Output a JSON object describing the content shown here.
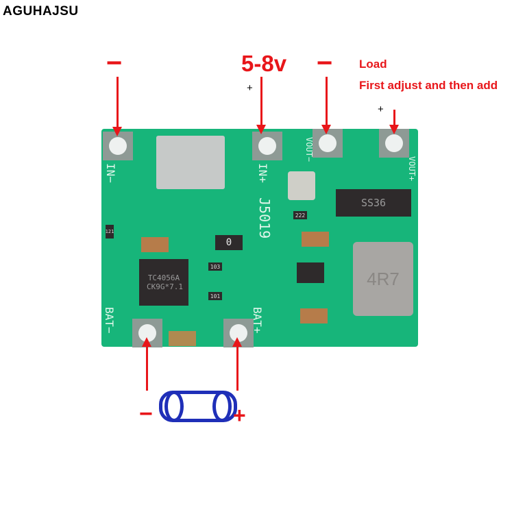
{
  "brand": "AGUHAJSU",
  "annotations": {
    "in_minus": "−",
    "voltage": "5-8v",
    "in_plus": "+",
    "out_minus": "−",
    "load": "Load",
    "instruction": "First adjust and then add",
    "out_plus": "+",
    "bat_minus": "−",
    "bat_plus": "+"
  },
  "board": {
    "in_minus": "IN−",
    "in_plus": "IN+",
    "model": "J5019",
    "vout_minus": "VOUT−",
    "vout_plus": "VOUT+",
    "bat_minus": "BAT−",
    "bat_plus": "BAT+",
    "diode": "SS36",
    "ic": "TC4056A CK9G*7.1",
    "r222": "222",
    "r103": "103",
    "r101": "101",
    "r0": "0",
    "r121": "121",
    "inductor": "4R7"
  }
}
